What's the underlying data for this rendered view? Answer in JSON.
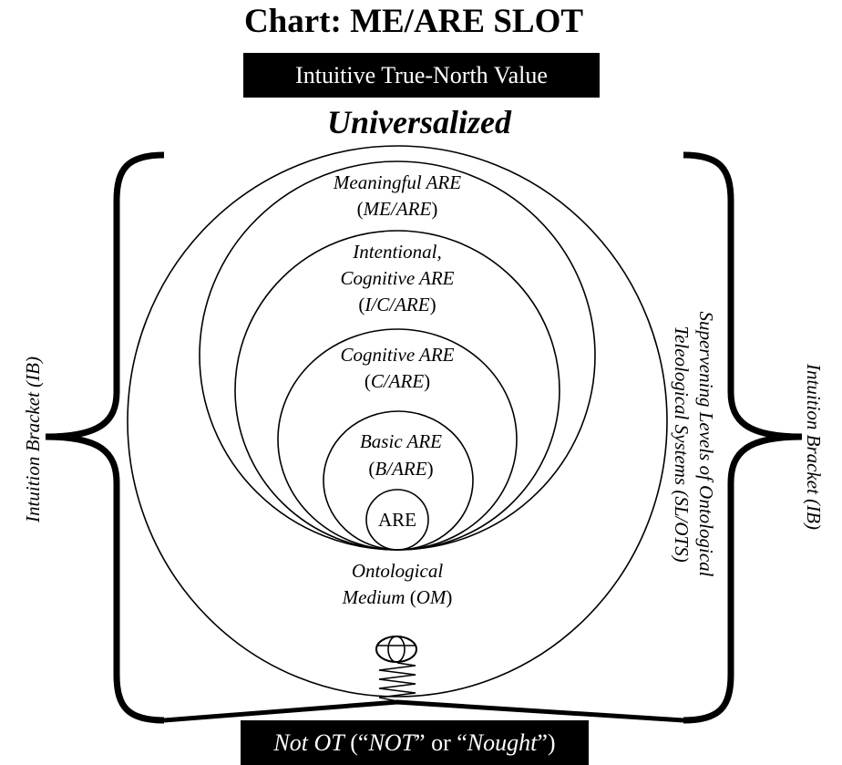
{
  "title": "Chart: ME/ARE SLOT",
  "top_box": "Intuitive True-North Value",
  "subtitle": "Universalized",
  "circles": {
    "meaningful": {
      "line1": "Meaningful ARE",
      "line2": "ME/ARE"
    },
    "intentional": {
      "line1": "Intentional,",
      "line2": "Cognitive ARE",
      "line3": "I/C/ARE"
    },
    "cognitive": {
      "line1": "Cognitive ARE",
      "line2": "C/ARE"
    },
    "basic": {
      "line1": "Basic ARE",
      "line2": "B/ARE"
    },
    "are": "ARE"
  },
  "medium": {
    "line1": "Ontological",
    "line2_a": "Medium",
    "line2_b": "OM"
  },
  "left_bracket_label": "Intuition Bracket (IB)",
  "right_bracket_label": "Intuition Bracket (IB)",
  "supervening": {
    "line1": "Supervening Levels of Ontological",
    "line2": "Teleological Systems (SL/OTS)"
  },
  "bottom_box": {
    "a": "Not OT",
    "b": "NOT",
    "c": "or",
    "d": "Nought"
  }
}
